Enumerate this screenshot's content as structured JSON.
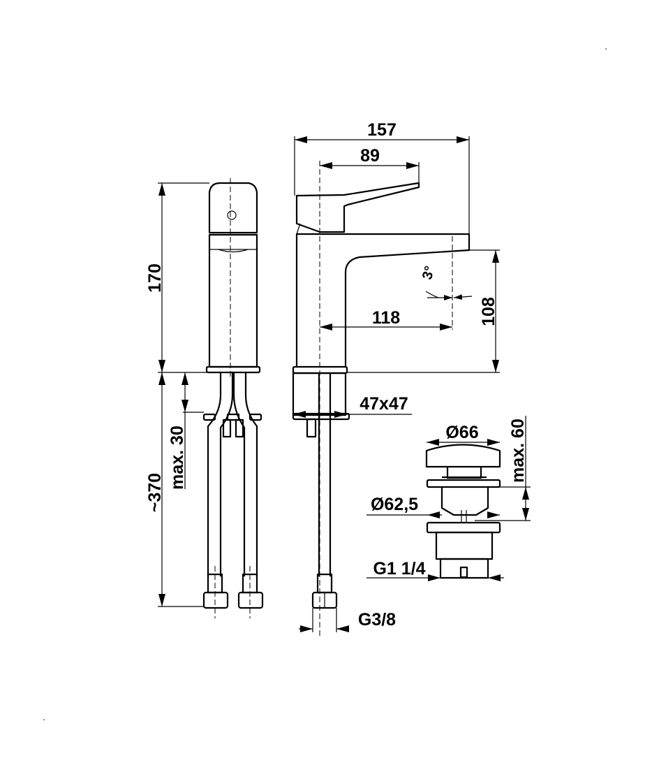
{
  "drawing": {
    "colors": {
      "line": "#000000",
      "background": "#ffffff"
    },
    "dimensions": {
      "height_170": "170",
      "length_370": "~370",
      "max_30": "max. 30",
      "width_157": "157",
      "lever_89": "89",
      "spout_118": "118",
      "height_108": "108",
      "angle_3": "3°",
      "base_47x47": "47x47",
      "thread_g38": "G3/8",
      "waste_d66": "Ø66",
      "waste_d62_5": "Ø62,5",
      "waste_max_60": "max. 60",
      "waste_thread": "G1 1/4"
    }
  }
}
